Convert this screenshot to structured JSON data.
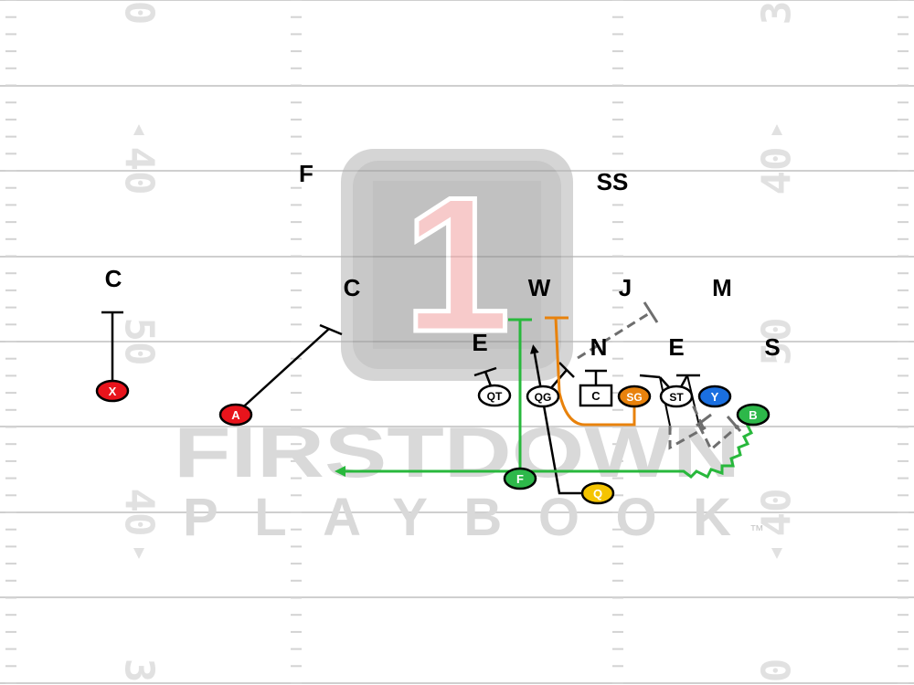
{
  "field_numbers": {
    "left": [
      "0",
      "40",
      "50",
      "40",
      "3"
    ],
    "right": [
      "3",
      "40",
      "50",
      "40",
      "0"
    ]
  },
  "watermark": {
    "logo_numeral": "1",
    "line1": "FIRSTDOWN",
    "line2": "PLAYBOOK",
    "trademark": "™"
  },
  "defense": {
    "C_left": "C",
    "F": "F",
    "SS": "SS",
    "C_mid": "C",
    "W": "W",
    "J": "J",
    "M": "M",
    "E_left": "E",
    "N": "N",
    "E_right": "E",
    "S": "S"
  },
  "offense": {
    "X": "X",
    "A": "A",
    "QT": "QT",
    "QG": "QG",
    "C": "C",
    "SG": "SG",
    "ST": "ST",
    "Y": "Y",
    "B": "B",
    "F": "F",
    "Q": "Q"
  },
  "colors": {
    "red": "#e8141c",
    "orange": "#e8820c",
    "blue": "#1a6fe0",
    "green": "#2db84a",
    "yellow": "#f5c400",
    "route_green": "#28b83c",
    "route_orange": "#e8820c",
    "dash_gray": "#6e6e6e"
  }
}
